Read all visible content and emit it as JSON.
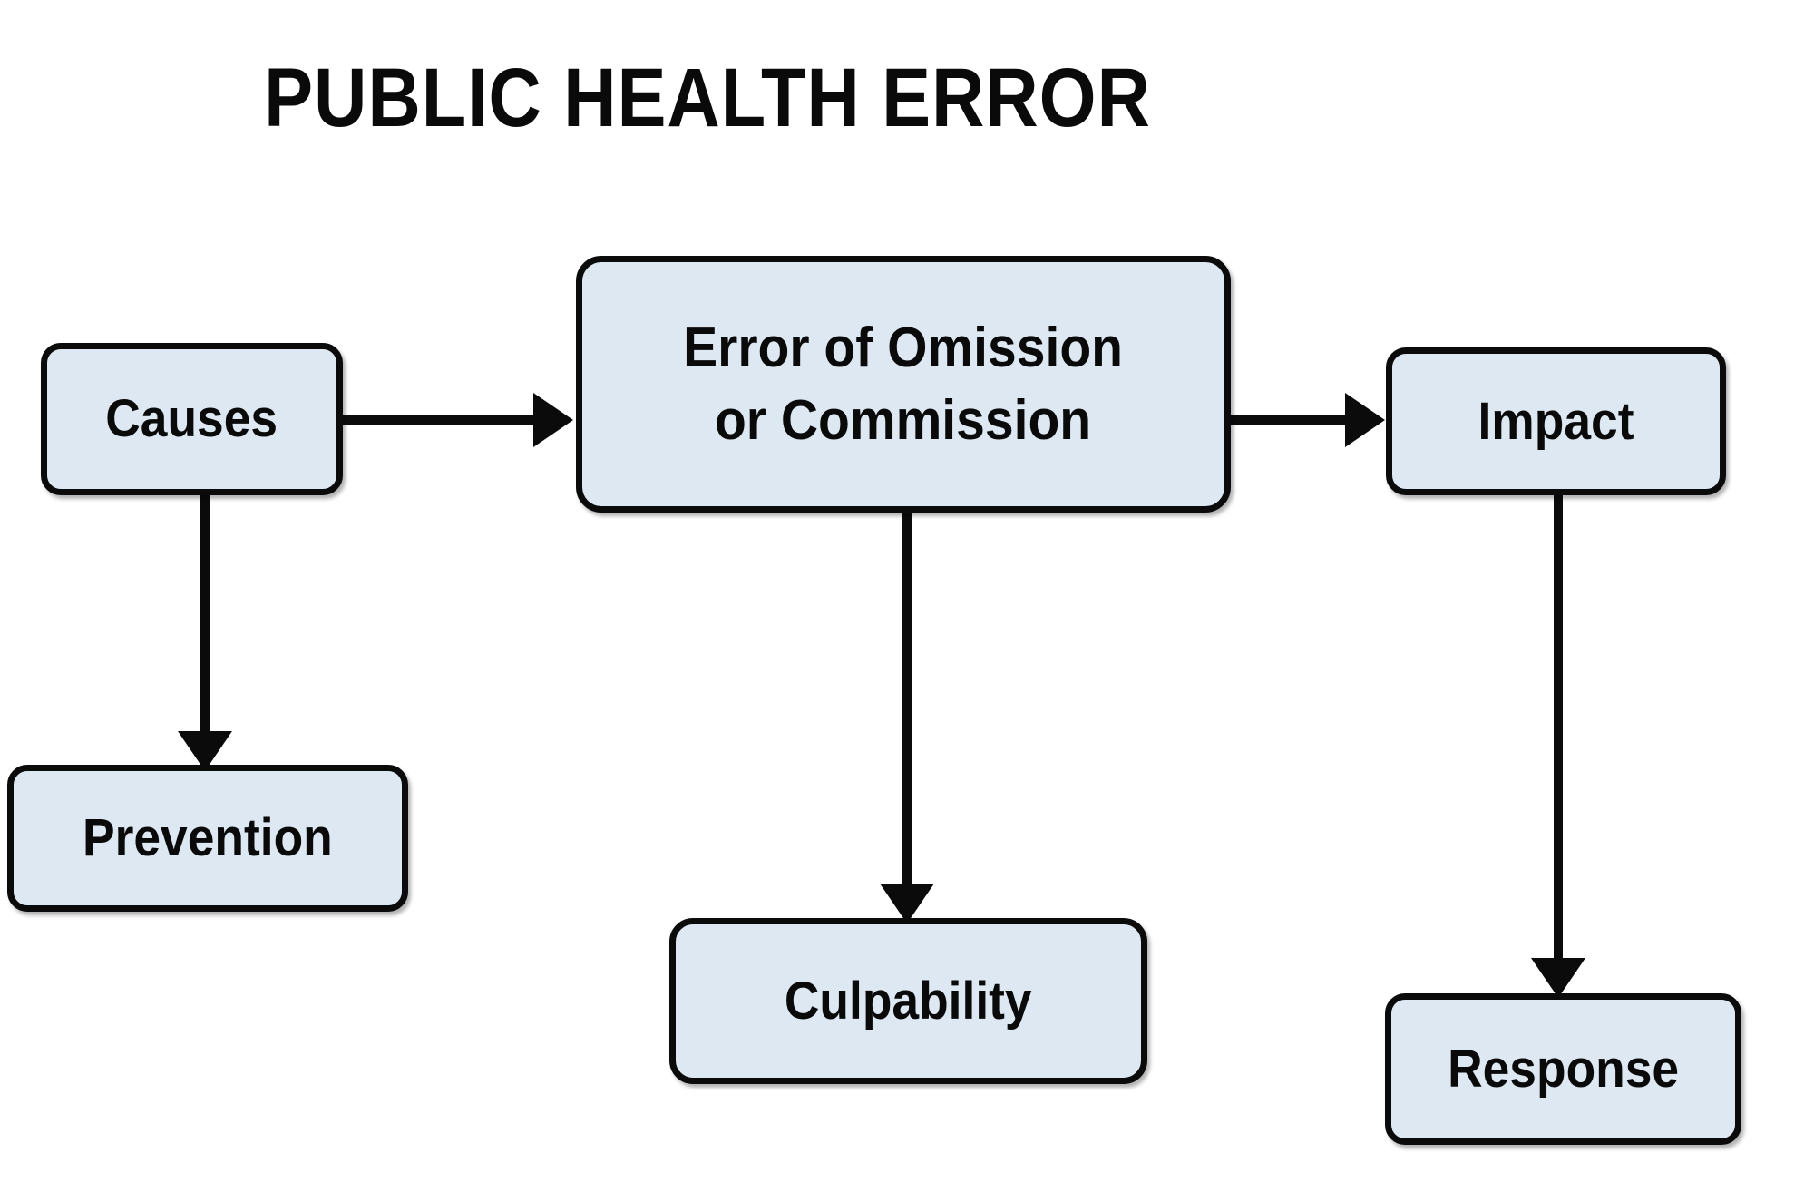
{
  "diagram": {
    "title": "PUBLIC HEALTH ERROR",
    "type": "flowchart",
    "background_color": "#ffffff",
    "node_fill_color": "#dde8f2",
    "node_border_color": "#0b0b0b",
    "connector_color": "#0b0b0b",
    "nodes": [
      {
        "id": "causes",
        "label": "Causes"
      },
      {
        "id": "error",
        "label": "Error of Omission\nor Commission"
      },
      {
        "id": "impact",
        "label": "Impact"
      },
      {
        "id": "prevention",
        "label": "Prevention"
      },
      {
        "id": "culpability",
        "label": "Culpability"
      },
      {
        "id": "response",
        "label": "Response"
      }
    ],
    "edges": [
      {
        "from": "causes",
        "to": "error",
        "direction": "right"
      },
      {
        "from": "error",
        "to": "impact",
        "direction": "right"
      },
      {
        "from": "causes",
        "to": "prevention",
        "direction": "down"
      },
      {
        "from": "error",
        "to": "culpability",
        "direction": "down"
      },
      {
        "from": "impact",
        "to": "response",
        "direction": "down"
      }
    ]
  }
}
